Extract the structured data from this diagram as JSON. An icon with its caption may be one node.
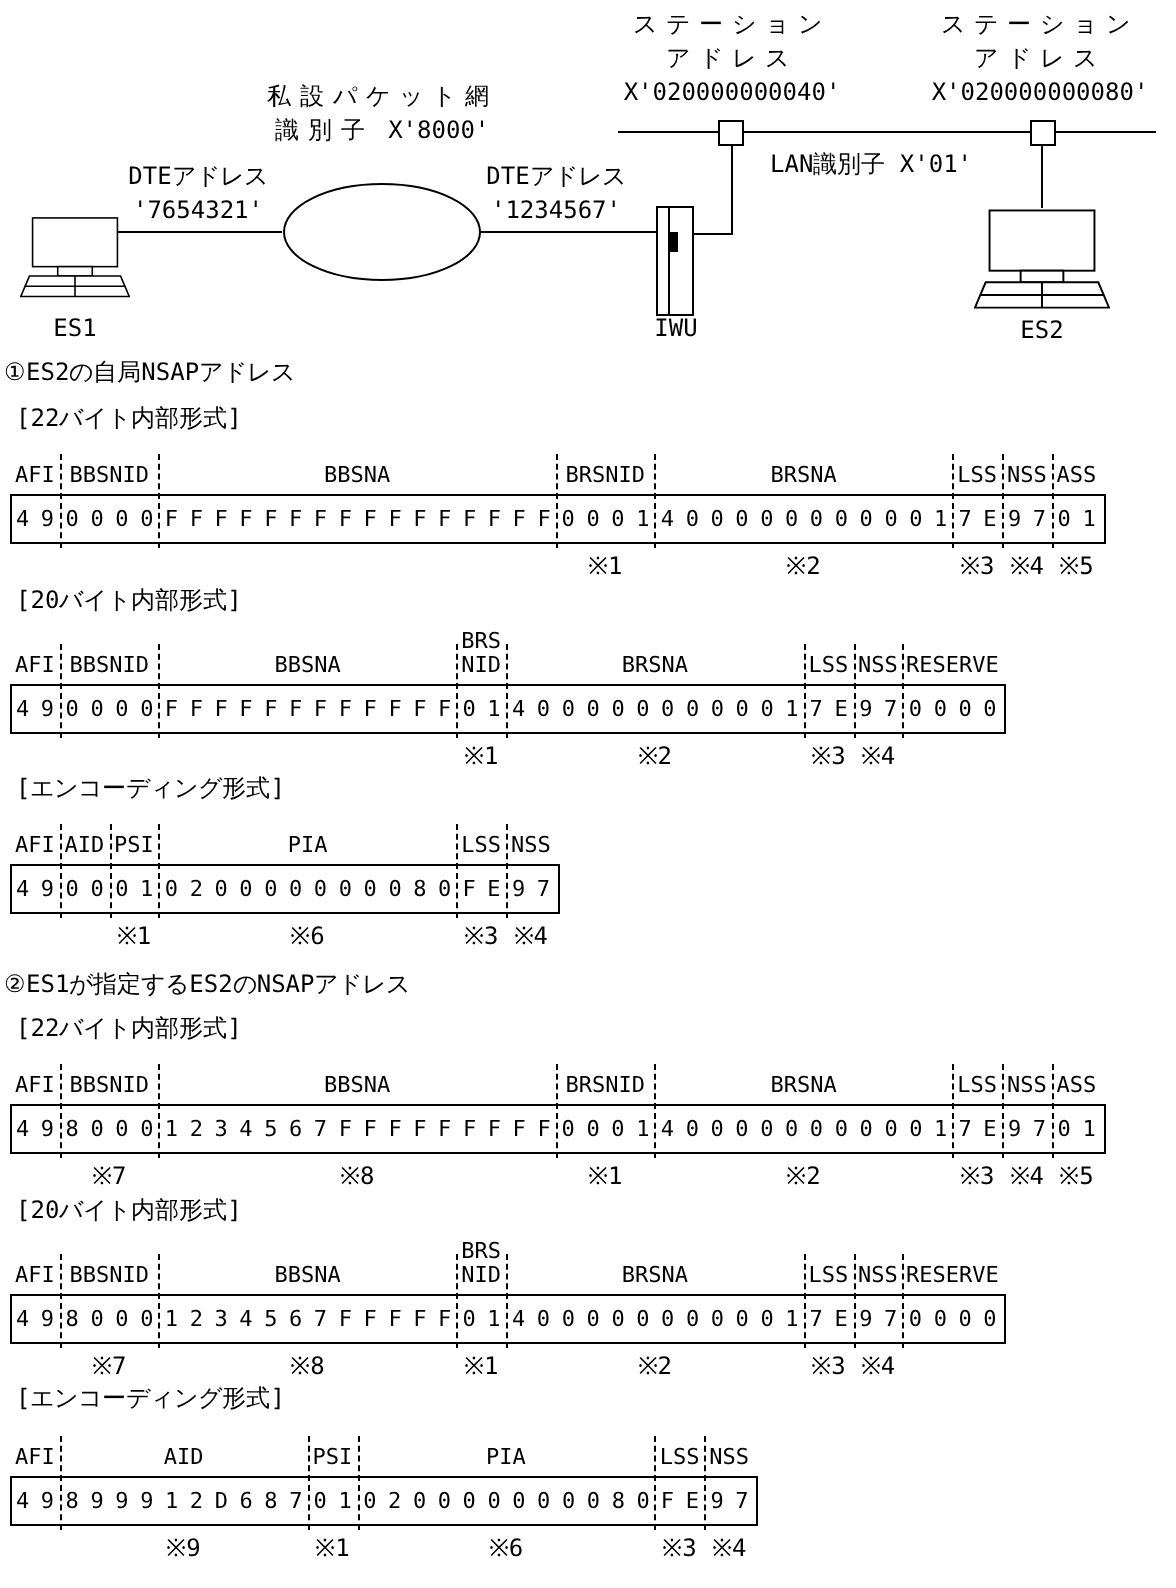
{
  "diagram": {
    "nodes": [
      {
        "text": [
          "ES1"
        ]
      },
      {
        "text": [
          "私設パケット網識別子 X'8000'"
        ]
      },
      {
        "text": [
          "IWU"
        ]
      },
      {
        "text": [],
        "shape": "box",
        "beside": [
          "ステーションアドレス X'020000000040'"
        ]
      },
      {
        "text": [],
        "shape": "box",
        "beside": [
          "ステーションアドレス X'020000000080'"
        ]
      },
      {
        "text": [
          "ES2"
        ]
      }
    ],
    "edges": [
      {
        "from": 0,
        "to": 1,
        "arrow": "none",
        "label": "DTEアドレス '7654321'"
      },
      {
        "from": 1,
        "to": 2,
        "arrow": "none",
        "label": "DTEアドレス '1234567'"
      },
      {
        "from": 2,
        "to": 3,
        "arrow": "none"
      },
      {
        "from": 3,
        "to": 4,
        "arrow": "none",
        "label": "LAN識別子 X'01'"
      },
      {
        "from": null,
        "to": 3,
        "arrow": "none"
      },
      {
        "from": 4,
        "to": null,
        "arrow": "none"
      },
      {
        "from": 4,
        "to": 5,
        "arrow": "none"
      }
    ],
    "labels": [
      "①ES2の自局NSAPアドレス",
      "[22バイト内部形式]",
      "AFI",
      "BBSNID",
      "BBSNA",
      "BRSNID",
      "BRSNA",
      "LSS",
      "NSS",
      "ASS",
      "49",
      "0000",
      "FFFFFFFFFFFFFFFF",
      "0001",
      "400000000001",
      "7E",
      "97",
      "01",
      "※1",
      "※2",
      "※3",
      "※4",
      "※5",
      "[20バイト内部形式]",
      "AFI",
      "BBSNID",
      "BBSNA",
      "BRS NID",
      "BRSNA",
      "LSS",
      "NSS",
      "RESERVE",
      "49",
      "0000",
      "FFFFFFFFFFFF",
      "01",
      "400000000001",
      "7E",
      "97",
      "0000",
      "※1",
      "※2",
      "※3",
      "※4",
      "[エンコーディング形式]",
      "AFI",
      "AID",
      "PSI",
      "PIA",
      "LSS",
      "NSS",
      "49",
      "00",
      "01",
      "020000000080",
      "FE",
      "97",
      "※1",
      "※6",
      "※3",
      "※4",
      "②ES1が指定するES2のNSAPアドレス",
      "[22バイト内部形式]",
      "AFI",
      "BBSNID",
      "BBSNA",
      "BRSNID",
      "BRSNA",
      "LSS",
      "NSS",
      "ASS",
      "49",
      "8000",
      "1234567FFFFFFFFF",
      "0001",
      "400000000001",
      "7E",
      "97",
      "01",
      "※7",
      "※8",
      "※1",
      "※2",
      "※3",
      "※4",
      "※5",
      "[20バイト内部形式]",
      "AFI",
      "BBSNID",
      "BBSNA",
      "BRS NID",
      "BRSNA",
      "LSS",
      "NSS",
      "RESERVE",
      "49",
      "8000",
      "1234567FFFFF",
      "01",
      "400000000001",
      "7E",
      "97",
      "0000",
      "※7",
      "※8",
      "※1",
      "※2",
      "※3",
      "※4",
      "[エンコーディング形式]",
      "AFI",
      "AID",
      "PSI",
      "PIA",
      "LSS",
      "NSS",
      "49",
      "899912D687",
      "01",
      "020000000080",
      "FE",
      "97",
      "※9",
      "※1",
      "※6",
      "※3",
      "※4"
    ]
  }
}
